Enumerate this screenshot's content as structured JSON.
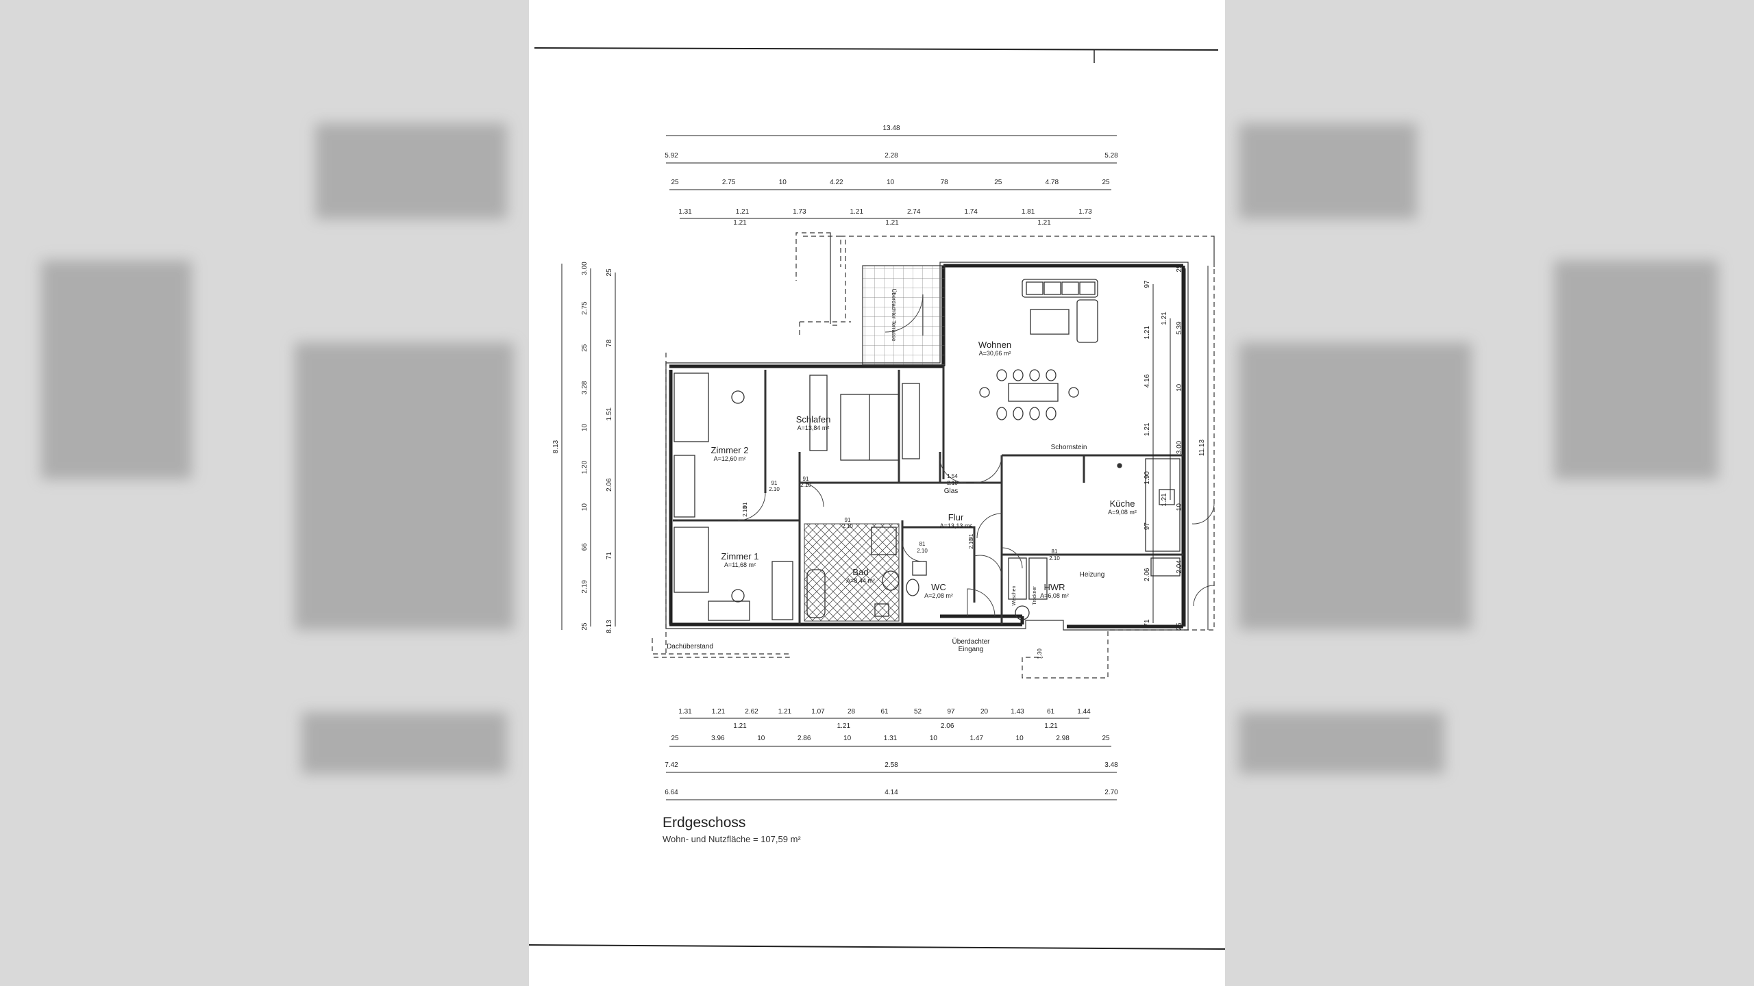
{
  "title": "Erdgeschoss",
  "subtitle": "Wohn- und Nutzfläche = 107,59 m²",
  "rooms": [
    {
      "name": "Wohnen",
      "area": "A=30,66 m²"
    },
    {
      "name": "Schlafen",
      "area": "A=13,84 m²"
    },
    {
      "name": "Zimmer 2",
      "area": "A=12,60 m²"
    },
    {
      "name": "Zimmer 1",
      "area": "A=11,68 m²"
    },
    {
      "name": "Küche",
      "area": "A=9,08 m²"
    },
    {
      "name": "Flur",
      "area": "A=13,13 m²"
    },
    {
      "name": "Bad",
      "area": "A=8,44 m²"
    },
    {
      "name": "WC",
      "area": "A=2,08 m²"
    },
    {
      "name": "HWR",
      "area": "A=6,08 m²"
    }
  ],
  "labels": {
    "terrace": "Überdachter Terrasse",
    "chimney": "Schornstein",
    "entrance": "Überdachter Eingang",
    "overhang": "Dachüberstand",
    "heating": "Heizung",
    "glass": "Glas",
    "washer": "Waschen",
    "dryer": "Trockner"
  },
  "dims_top": {
    "total": [
      "13.48"
    ],
    "row2": [
      "5.92",
      "2.28",
      "5.28"
    ],
    "row3": [
      "25",
      "2.75",
      "10",
      "4.22",
      "10",
      "78",
      "25",
      "4.78",
      "25"
    ],
    "row4": [
      "1.31",
      "1.21",
      "1.73",
      "1.21",
      "2.74",
      "1.74",
      "1.81",
      "1.73"
    ],
    "row4b": [
      "1.21",
      "1.21",
      "1.21"
    ]
  },
  "dims_bottom": {
    "row1": [
      "1.31",
      "1.21",
      "2.62",
      "1.21",
      "1.07",
      "28",
      "61",
      "52",
      "97",
      "20",
      "1.43",
      "61",
      "1.44"
    ],
    "row1b": [
      "1.21",
      "1.21",
      "2.06",
      "1.21"
    ],
    "row2": [
      "25",
      "3.96",
      "10",
      "2.86",
      "10",
      "1.31",
      "10",
      "1.47",
      "10",
      "2.98",
      "25"
    ],
    "row3": [
      "7.42",
      "2.58",
      "3.48"
    ],
    "row4": [
      "6.64",
      "4.14",
      "2.70"
    ]
  },
  "dims_left": {
    "outer": [
      "8.13"
    ],
    "a": [
      "3.00",
      "2.75",
      "25",
      "3.28",
      "10",
      "1.20",
      "10",
      "66",
      "2.19",
      "25"
    ],
    "b": [
      "25",
      "78",
      "1.51",
      "2.06",
      "71",
      "8.13"
    ]
  },
  "dims_right": {
    "outer": [
      "11.13"
    ],
    "a": [
      "25",
      "5.39",
      "10",
      "3.00",
      "10",
      "2.04",
      "25"
    ],
    "b": [
      "97",
      "1.21",
      "4.16",
      "1.21",
      "1.90",
      "97",
      "2.06",
      "71"
    ],
    "c": [
      "1.21",
      "1.21"
    ]
  },
  "door_notes": [
    "91",
    "2.10",
    "91",
    "2.10",
    "91",
    "2.10",
    "91",
    "2.10",
    "81",
    "2.10",
    "1.54",
    "2.10",
    "91",
    "2.10",
    "81",
    "2.10",
    "1.30"
  ]
}
